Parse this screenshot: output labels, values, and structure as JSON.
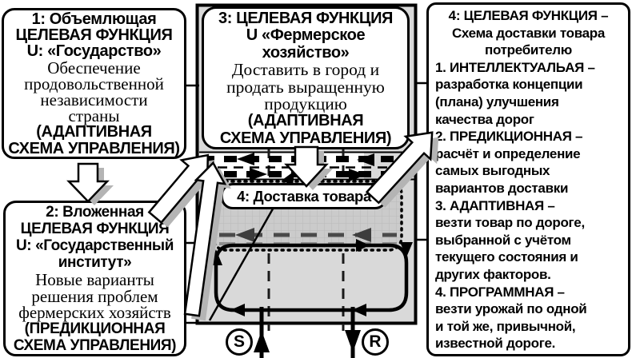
{
  "colors": {
    "ink": "#000000",
    "map_fill": "#d9d9d9",
    "route_fill": "#cbcbcb",
    "road_dash_dark": "#4a4a4a",
    "road_dash_light": "#8f8f8f",
    "arrow_shadow": "#b4b4b4"
  },
  "box1": {
    "lines": [
      "1: Объемлющая",
      "ЦЕЛЕВАЯ ФУНКЦИЯ",
      "U: «Государство»",
      "Обеспечение",
      "продовольственной",
      "независимости",
      "страны",
      "(АДАПТИВНАЯ",
      "СХЕМА УПРАВЛЕНИЯ)"
    ]
  },
  "box2": {
    "lines": [
      "2: Вложенная",
      "ЦЕЛЕВАЯ ФУНКЦИЯ",
      "U: «Государственный",
      "институт»",
      "Новые варианты",
      "решения проблем",
      "фермерских хозяйств",
      "(ПРЕДИКЦИОННАЯ",
      "СХЕМА УПРАВЛЕНИЯ)"
    ]
  },
  "box3": {
    "lines": [
      "3: ЦЕЛЕВАЯ ФУНКЦИЯ",
      "U «Фермерское",
      "хозяйство»",
      "Доставить в город и",
      "продать выращенную",
      "продукцию",
      "(АДАПТИВНАЯ",
      "СХЕМА УПРАВЛЕНИЯ)"
    ]
  },
  "box4": {
    "lines": [
      "4: ЦЕЛЕВАЯ ФУНКЦИЯ –",
      "Схема доставки товара",
      "потребителю",
      "1. ИНТЕЛЛЕКТУАЛЬАЯ –",
      "разработка концепции",
      "(плана) улучшения",
      "качества дорог",
      "2. ПРЕДИКЦИОННАЯ –",
      "расчёт и определение",
      "самых выгодных",
      "вариантов доставки",
      "3. АДАПТИВНАЯ –",
      "везти товар по дороге,",
      "выбранной с учётом",
      "текущего состояния и",
      "других факторов.",
      "4. ПРОГРАММНАЯ –",
      "везти урожай по одной",
      "и той же, привычной,",
      "известной дороге."
    ]
  },
  "map": {
    "delivery_label": "4: Доставка товара",
    "source_label": "S",
    "receiver_label": "R"
  }
}
